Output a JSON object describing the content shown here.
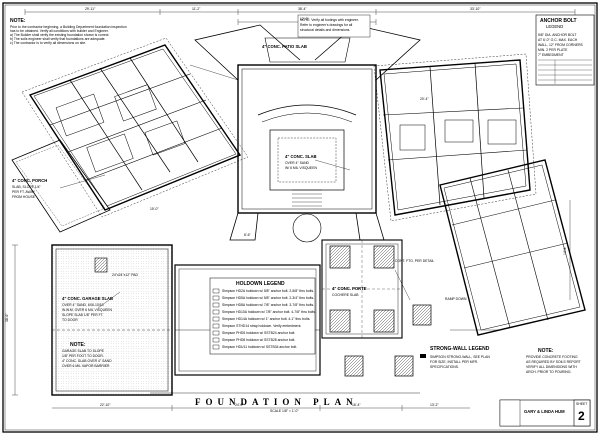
{
  "sheet": {
    "title": "FOUNDATION PLAN",
    "scale": "SCALE 1/8\" = 1'-0\"",
    "client": "GARY & LINDA HUM",
    "sheet_number": "2",
    "sheet_label": "SHEET"
  },
  "notes": {
    "heading": "NOTE:",
    "lines": [
      "Prior to the contractor beginning, a Building Department foundation inspection",
      "has to be obtained. Verify all conditions with builder and Engineer.",
      "a) The Builder shall verify the existing foundation shown is correct.",
      "b) The soils engineer shall verify that foundations are adequate.",
      "c) The contractor is to verify all dimensions on site."
    ]
  },
  "top_note": {
    "lines": [
      "NOTE: Verify all footings with engineer.",
      "Refer to engineer's drawings for all",
      "structural details and dimensions."
    ]
  },
  "anchor_bolt": {
    "heading": "ANCHOR BOLT",
    "subheading": "LEGEND",
    "lines": [
      "5/8\" DIA. ANCHOR BOLT",
      "AT 6'-0\" O.C. MAX. EACH",
      "WALL, 12\" FROM CORNERS",
      "MIN. 2 PER PLATE",
      "7\" EMBEDMENT"
    ]
  },
  "holdown_legend": {
    "heading": "HOLDOWN LEGEND",
    "items": [
      "Simpson HD2A holdown w/ 5/8\" anchor bolt. 2-5/8\" thru bolts.",
      "Simpson HD5A holdown w/ 5/8\" anchor bolt. 2-3/4\" thru bolts.",
      "Simpson HD8A holdown w/ 7/8\" anchor bolt. 3-7/8\" thru bolts.",
      "Simpson HD10A holdown w/ 7/8\" anchor bolt. 4-7/8\" thru bolts.",
      "Simpson HD14A holdown w/ 1\" anchor bolt. 4-1\" thru bolts.",
      "Simpson STHD14 strap holdown. Verify embedment.",
      "Simpson PHD5 holdown w/ SSTB24 anchor bolt.",
      "Simpson PHD8 holdown w/ SSTB28 anchor bolt.",
      "Simpson HDU11 holdown w/ SSTB34 anchor bolt."
    ]
  },
  "strong_wall": {
    "heading": "STRONG-WALL LEGEND",
    "lines": [
      "SIMPSON STRONG-WALL, SEE PLAN",
      "FOR SIZE, INSTALL PER MFR.",
      "SPECIFICATIONS."
    ]
  },
  "note_right": {
    "heading": "NOTE:",
    "lines": [
      "PROVIDE CONCRETE FOOTING",
      "AS REQUIRED BY SOILS REPORT",
      "VERIFY ALL DIMENSIONS WITH",
      "ARCH. PRIOR TO POURING."
    ]
  },
  "note_left": {
    "heading": "NOTE:",
    "lines": [
      "GARAGE SLAB TO SLOPE",
      "1/8\" PER FOOT TO DOOR.",
      "4\" CONC. SLAB OVER 4\" SAND",
      "OVER 6 MIL VAPOR BARRIER"
    ]
  },
  "callouts": {
    "garage_slab": "4\" CONC. GARAGE SLAB",
    "garage_slab_sub": [
      "OVER 4\" SAND, 6X6-10/10",
      "W.W.M. OVER 6 MIL VISQUEEN",
      "SLOPE SLAB 1/8\" PER FT.",
      "TO DOOR"
    ],
    "conc_slab": "4\" CONC. SLAB",
    "conc_slab_sub": [
      "OVER 4\" SAND",
      "W/ 6 MIL VISQUEEN"
    ],
    "porch_slab": "4\" CONC. PORTE",
    "porch_slab_sub": [
      "COCHERE SLAB"
    ],
    "mech": "4\" CONC. PATIO SLAB",
    "left_porch": "4\" CONC. PORCH",
    "left_porch_sub": [
      "SLAB, SLOPE 1/4\"",
      "PER FT. AWAY",
      "FROM HOUSE"
    ],
    "cw_footing": "CONT. FTG. PER DETAIL",
    "pad_label": "24\"x24\"x12\" PAD",
    "ramp": "RAMP DOWN"
  },
  "dims": {
    "top_left": "29'-11\"",
    "top_mid": "11'-2\"",
    "top_mid2": "38'-4\"",
    "top_right": "33'-10\"",
    "left_v": "38'-6\"",
    "bottom_left": "22'-10\"",
    "bottom_mid": "24'-0\"",
    "bottom_mid2": "16'-4\"",
    "bottom_right": "13'-2\"",
    "right_v": "14'-8\"",
    "mid1": "12'-0\"",
    "mid2": "8'-6\"",
    "mid3": "20'-4\"",
    "mid4": "15'-0\""
  }
}
